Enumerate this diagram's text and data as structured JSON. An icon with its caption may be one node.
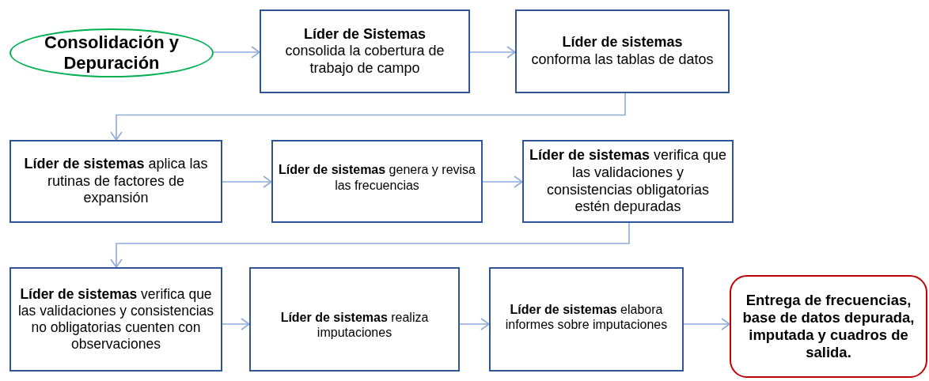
{
  "diagram": {
    "nodes": [
      {
        "text": [
          "Consolidación y Depuración"
        ]
      },
      {
        "text": [
          "Líder de Sistemas",
          "consolida la cobertura de trabajo de campo"
        ]
      },
      {
        "text": [
          "Líder de sistemas",
          "conforma las tablas de datos"
        ]
      },
      {
        "text": [
          "**Líder de sistemas** aplica las rutinas de factores de expansión"
        ]
      },
      {
        "text": [
          "**Líder de sistemas** genera y revisa las frecuencias"
        ]
      },
      {
        "text": [
          "**Líder de sistemas** verifica que las validaciones y consistencias obligatorias estén depuradas"
        ]
      },
      {
        "text": [
          "**Líder de sistemas** verifica que las validaciones y consistencias no obligatorias cuenten con observaciones"
        ]
      },
      {
        "text": [
          "**Líder de sistemas** realiza imputaciones"
        ]
      },
      {
        "text": [
          "**Líder de sistemas** elabora informes sobre imputaciones"
        ]
      },
      {
        "text": [
          "Entrega de frecuencias, base de datos depurada, imputada y cuadros de salida."
        ]
      }
    ],
    "edges": [
      {
        "from": 0,
        "to": 1,
        "arrow": "to"
      },
      {
        "from": 1,
        "to": 2,
        "arrow": "to"
      },
      {
        "from": 2,
        "to": 3,
        "arrow": "to"
      },
      {
        "from": 3,
        "to": 4,
        "arrow": "to"
      },
      {
        "from": 4,
        "to": 5,
        "arrow": "to"
      },
      {
        "from": 5,
        "to": 6,
        "arrow": "to"
      },
      {
        "from": 6,
        "to": 7,
        "arrow": "to"
      },
      {
        "from": 7,
        "to": 8,
        "arrow": "to"
      },
      {
        "from": 8,
        "to": 9,
        "arrow": "to"
      }
    ]
  }
}
